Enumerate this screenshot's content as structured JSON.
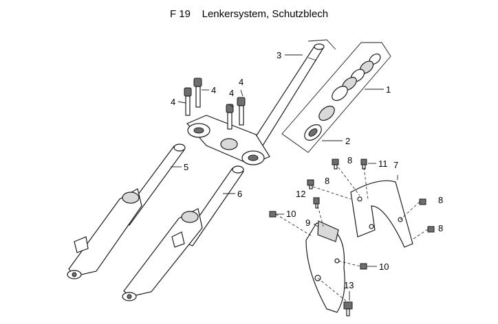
{
  "title": {
    "code": "F 19",
    "text": "Lenkersystem, Schutzblech"
  },
  "callouts": [
    "1",
    "2",
    "3",
    "4",
    "4",
    "4",
    "4",
    "5",
    "6",
    "7",
    "8",
    "8",
    "8",
    "8",
    "9",
    "10",
    "10",
    "11",
    "12",
    "13"
  ],
  "colors": {
    "line": "#1a1a1a",
    "fill": "#ffffff",
    "shade": "#d9d9d9"
  }
}
